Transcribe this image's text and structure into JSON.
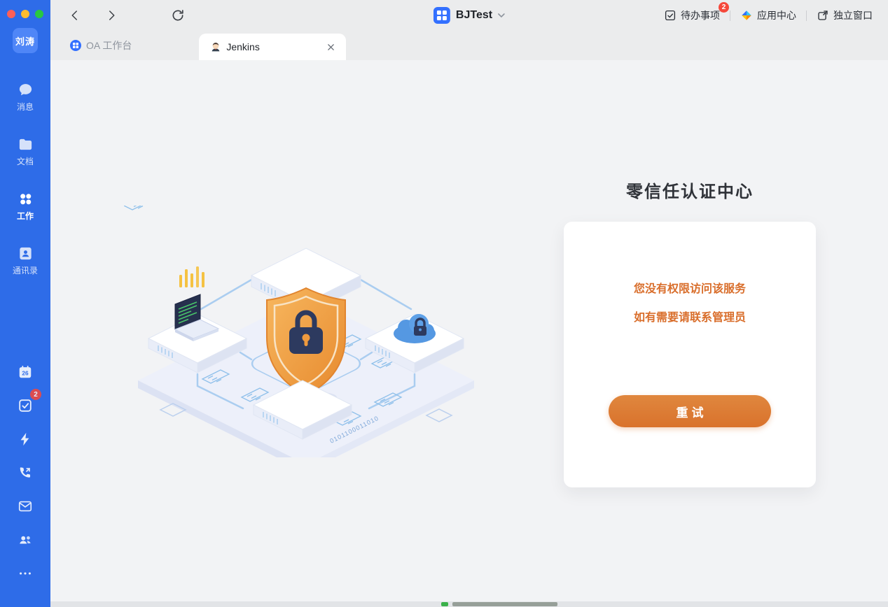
{
  "window": {
    "traffic_lights": [
      "close",
      "minimize",
      "maximize"
    ]
  },
  "sidebar": {
    "avatar": "刘涛",
    "nav": [
      {
        "label": "消息"
      },
      {
        "label": "文档"
      },
      {
        "label": "工作"
      },
      {
        "label": "通讯录"
      }
    ],
    "calendar_date": "26",
    "tasks_badge": "2"
  },
  "topbar": {
    "app_title": "BJTest",
    "todo": {
      "label": "待办事项",
      "badge": "2"
    },
    "app_center_label": "应用中心",
    "separate_window_label": "独立窗口"
  },
  "tabs": [
    {
      "label": "OA 工作台"
    },
    {
      "label": "Jenkins"
    }
  ],
  "auth": {
    "title": "零信任认证中心",
    "message_line1": "您没有权限访问该服务",
    "message_line2": "如有需要请联系管理员",
    "retry_button": "重试"
  },
  "illustration": {
    "binary_text": "0101100011010"
  },
  "colors": {
    "sidebar_blue": "#2E6CE8",
    "brand_blue": "#3370FF",
    "accent_orange": "#D96E2B",
    "button_orange": "#D9722C",
    "badge_red": "#F5483B"
  }
}
